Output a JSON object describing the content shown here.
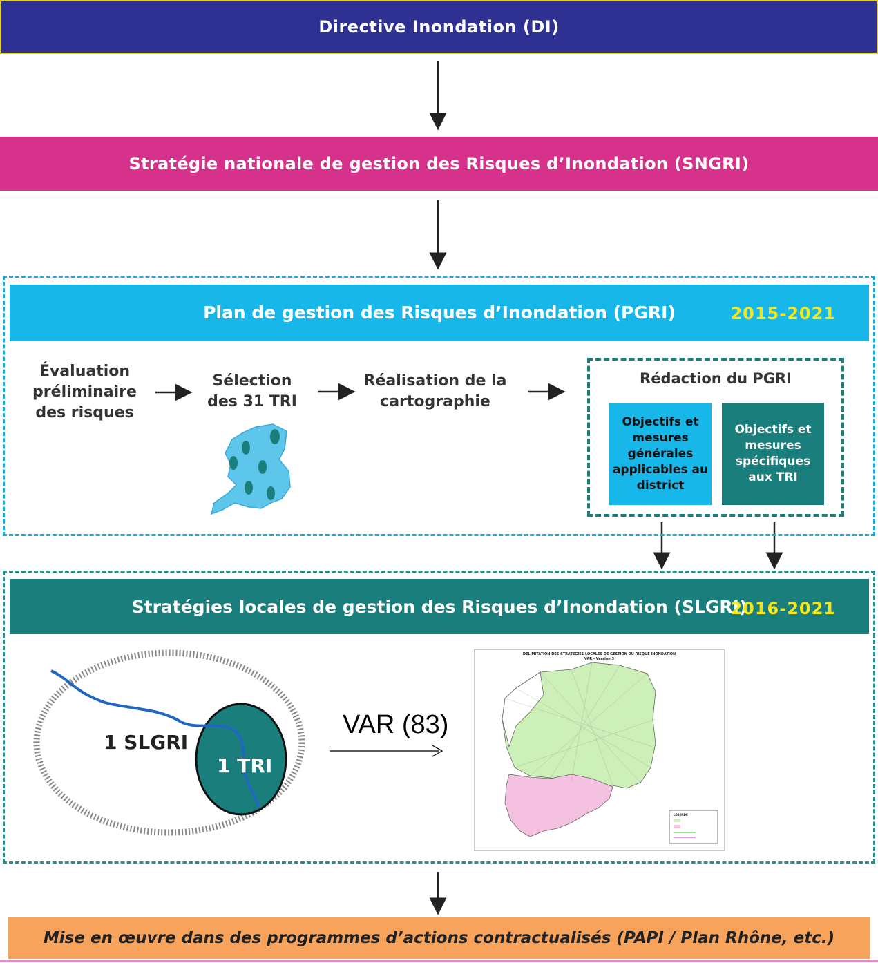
{
  "di": {
    "title": "Directive Inondation (DI)"
  },
  "sngri": {
    "title": "Stratégie nationale de gestion des Risques d’Inondation (SNGRI)"
  },
  "pgri": {
    "title": "Plan de gestion des Risques d’Inondation (PGRI)",
    "years": "2015-2021",
    "steps": {
      "eval": "Évaluation préliminaire des risques",
      "selection": "Sélection des 31 TRI",
      "carto": "Réalisation de la cartographie"
    },
    "redaction": {
      "title": "Rédaction du PGRI",
      "general": "Objectifs et mesures générales applicables au district",
      "specific": "Objectifs et mesures spécifiques aux TRI"
    }
  },
  "slgri": {
    "title": "Stratégies locales de gestion des Risques d’Inondation (SLGRI)",
    "years": "2016-2021",
    "diagram": {
      "outer_label": "1 SLGRI",
      "inner_label": "1 TRI"
    },
    "var_label": "VAR (83)",
    "map": {
      "title": "DELIMITATION DES STRATEGIES LOCALES DE GESTION DU RISQUE INONDATION",
      "subtitle": "VAR - Version 3",
      "legend_title": "LEGENDE",
      "colors": {
        "green": "#ccf0b8",
        "pink": "#f4c2e0"
      }
    }
  },
  "mise": {
    "text": "Mise en œuvre dans des programmes d’actions contractualisés (PAPI / Plan Rhône, etc.)"
  },
  "colors": {
    "di": "#2e3192",
    "sngri": "#d6318b",
    "pgri": "#18b7ea",
    "slgri": "#1a7f7c",
    "mise": "#f7a35c",
    "year": "#f6e71a"
  }
}
